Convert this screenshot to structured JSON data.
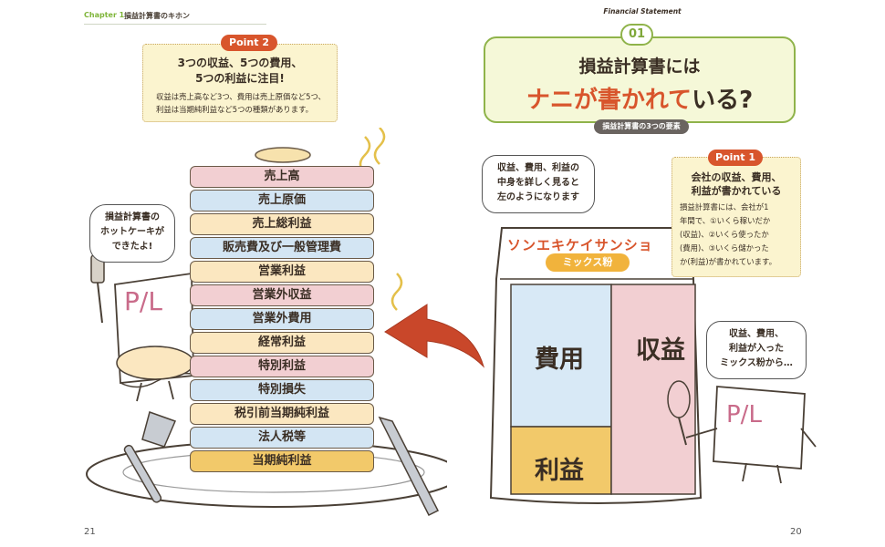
{
  "header": {
    "chapter": "Chapter 1",
    "title": "損益計算書のキホン"
  },
  "pages": {
    "left": "21",
    "right": "20"
  },
  "point2": {
    "badge": "Point 2",
    "heading_l1": "3つの収益、5つの費用、",
    "heading_l2": "5つの利益に注目!",
    "text_l1": "収益は売上高など3つ、費用は売上原価など5つ、",
    "text_l2": "利益は当期純利益など5つの種類があります。"
  },
  "left_bubble": {
    "lines": [
      "損益計算書の",
      "ホットケーキが",
      "できたよ!"
    ]
  },
  "pl_left": "P/L",
  "stack": {
    "items": [
      "売上高",
      "売上原価",
      "売上総利益",
      "販売費及び一般管理費",
      "営業利益",
      "営業外収益",
      "営業外費用",
      "経常利益",
      "特別利益",
      "特別損失",
      "税引前当期純利益",
      "法人税等",
      "当期純利益"
    ]
  },
  "title_box": {
    "tag": "Financial Statement",
    "number": "01",
    "line1": "損益計算書には",
    "line2_red": "ナニが書かれて",
    "line2_rest": "いる?"
  },
  "subtitle_tag": "損益計算書の3つの要素",
  "right_bubble1": {
    "lines": [
      "収益、費用、利益の",
      "中身を詳しく見ると",
      "左のようになります"
    ]
  },
  "point1": {
    "badge": "Point 1",
    "heading_l1": "会社の収益、費用、",
    "heading_l2": "利益が書かれている",
    "text_lines": [
      "損益計算書には、会社が1",
      "年間で、①いくら稼いだか",
      "(収益)、②いくら使ったか",
      "(費用)、③いくら儲かった",
      "か(利益)が書かれています。"
    ]
  },
  "bag": {
    "title": "ソンエキケイサンショ",
    "badge": "ミックス粉",
    "cost": "費用",
    "profit": "利益",
    "revenue": "収益"
  },
  "right_bubble2": {
    "lines": [
      "収益、費用、",
      "利益が入った",
      "ミックス粉から…"
    ]
  },
  "pl_right": "P/L",
  "colors": {
    "accent_orange": "#d8552c",
    "accent_green": "#8fb34a",
    "arrow_red": "#c9472a",
    "cream": "#fbf4cf"
  }
}
